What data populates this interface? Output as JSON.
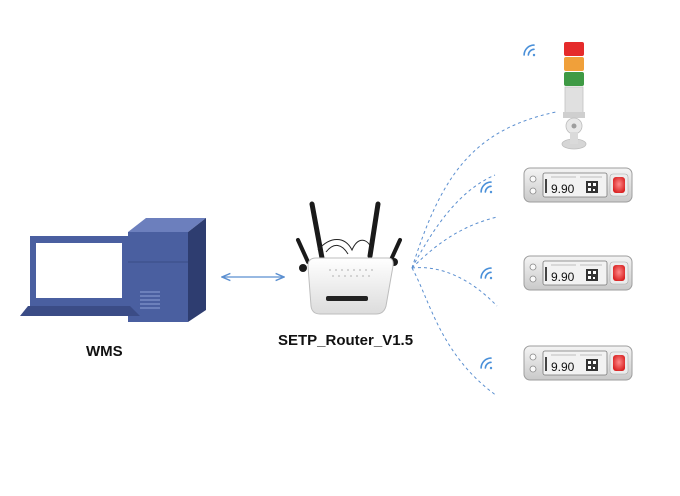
{
  "nodes": {
    "wms": {
      "label": "WMS"
    },
    "router": {
      "label": "SETP_Router_V1.5"
    },
    "tags": [
      {
        "price": "9.90"
      },
      {
        "price": "9.90"
      },
      {
        "price": "9.90"
      }
    ],
    "light_tower": {
      "colors": [
        "#e52b2b",
        "#f0a03a",
        "#3f9a45"
      ]
    }
  },
  "colors": {
    "pc_blue": "#4a5fa0",
    "pc_dark": "#3b4c86",
    "link_blue": "#5b8fd0",
    "wifi_blue": "#4a90d9"
  }
}
